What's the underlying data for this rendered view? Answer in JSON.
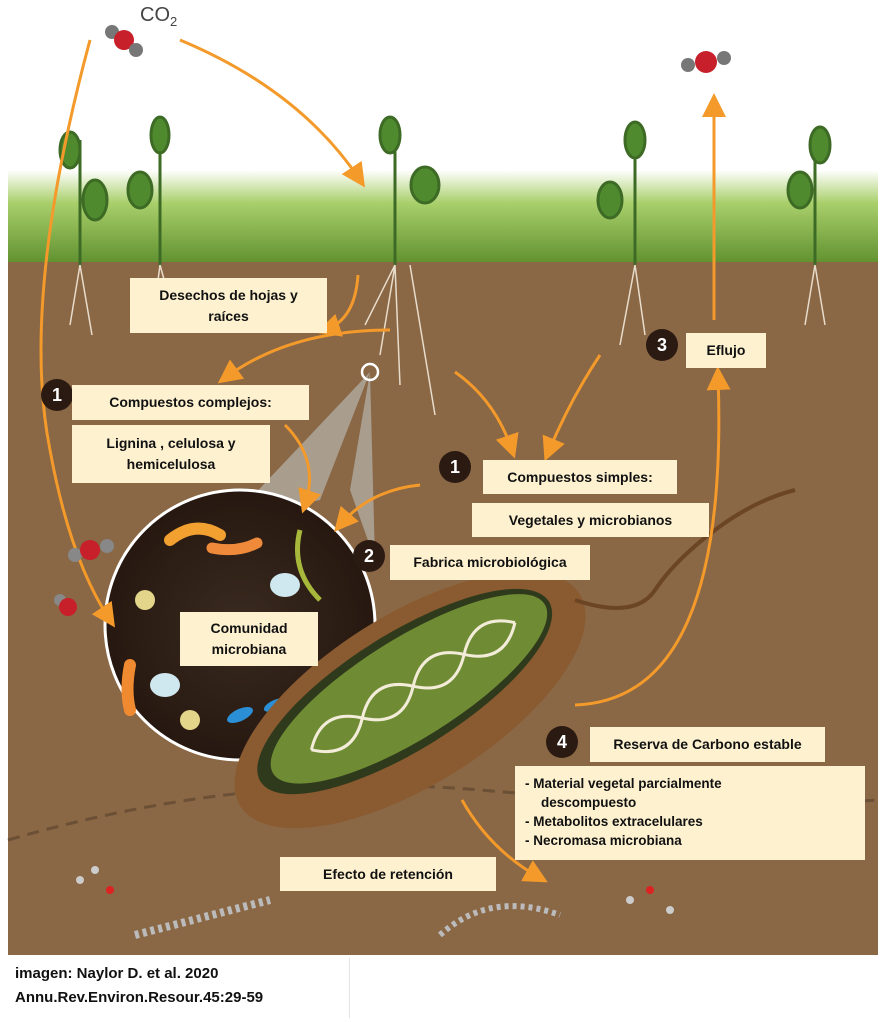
{
  "co2_label": {
    "main": "CO",
    "sub": "2"
  },
  "labels": {
    "litter": "Desechos de hojas y raíces",
    "complex_title": "Compuestos complejos:",
    "complex_detail": "Lignina , celulosa  y hemicelulosa",
    "simple_title": "Compuestos  simples:",
    "simple_detail": "Vegetales y microbianos",
    "factory": "Fabrica microbiológica",
    "efflux": "Eflujo",
    "community": "Comunidad microbiana",
    "reserve": "Reserva de Carbono estable",
    "retention": "Efecto de retención"
  },
  "badges": {
    "complex": "1",
    "simple": "1",
    "factory": "2",
    "efflux": "3",
    "reserve": "4"
  },
  "reserve_items": [
    "- Material vegetal parcialmente",
    "descompuesto",
    "- Metabolitos extracelulares",
    "- Necromasa microbiana"
  ],
  "footer": {
    "line1": "imagen: Naylor D. et al. 2020",
    "line2": "Annu.Rev.Environ.Resour.45:29-59"
  },
  "colors": {
    "soil": "#8a6745",
    "arrow": "#f39a2b",
    "label_bg": "#fdf1d0",
    "badge": "#2b1a12",
    "grass": "#6fa33a"
  }
}
